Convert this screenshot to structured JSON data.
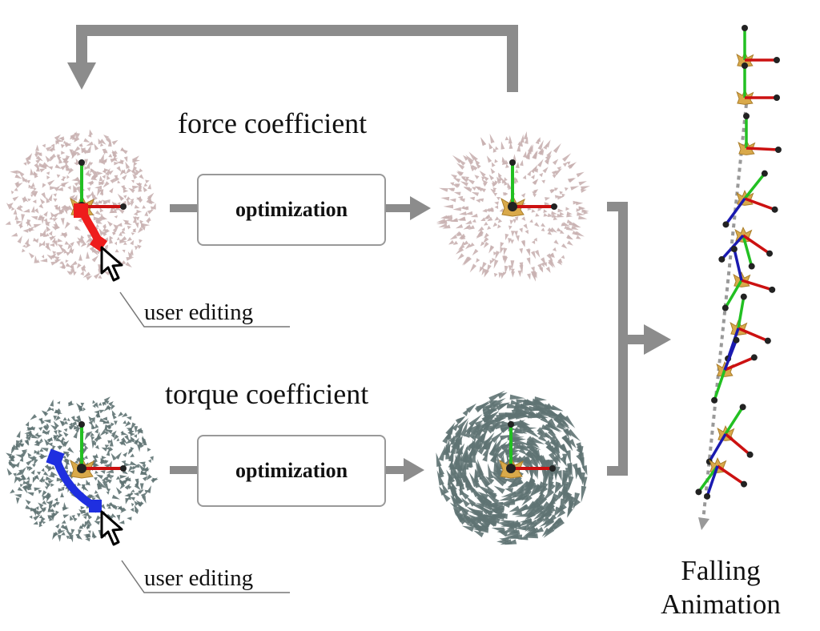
{
  "labels": {
    "force_title": "force coefficient",
    "torque_title": "torque coefficient",
    "optimization_force": "optimization",
    "optimization_torque": "optimization",
    "user_editing_force": "user editing",
    "user_editing_torque": "user editing",
    "falling_line1": "Falling",
    "falling_line2": "Animation"
  },
  "colors": {
    "arrow_gray": "#8c8c8c",
    "force_glyph": "#c9b1b1",
    "torque_glyph": "#5f7373",
    "edit_force": "#ee1c1c",
    "edit_torque": "#1f2fe0",
    "axis_green": "#22c022",
    "axis_red": "#cc1111",
    "axis_blue": "#1a1ab0",
    "leaf": "#d9a94a"
  }
}
